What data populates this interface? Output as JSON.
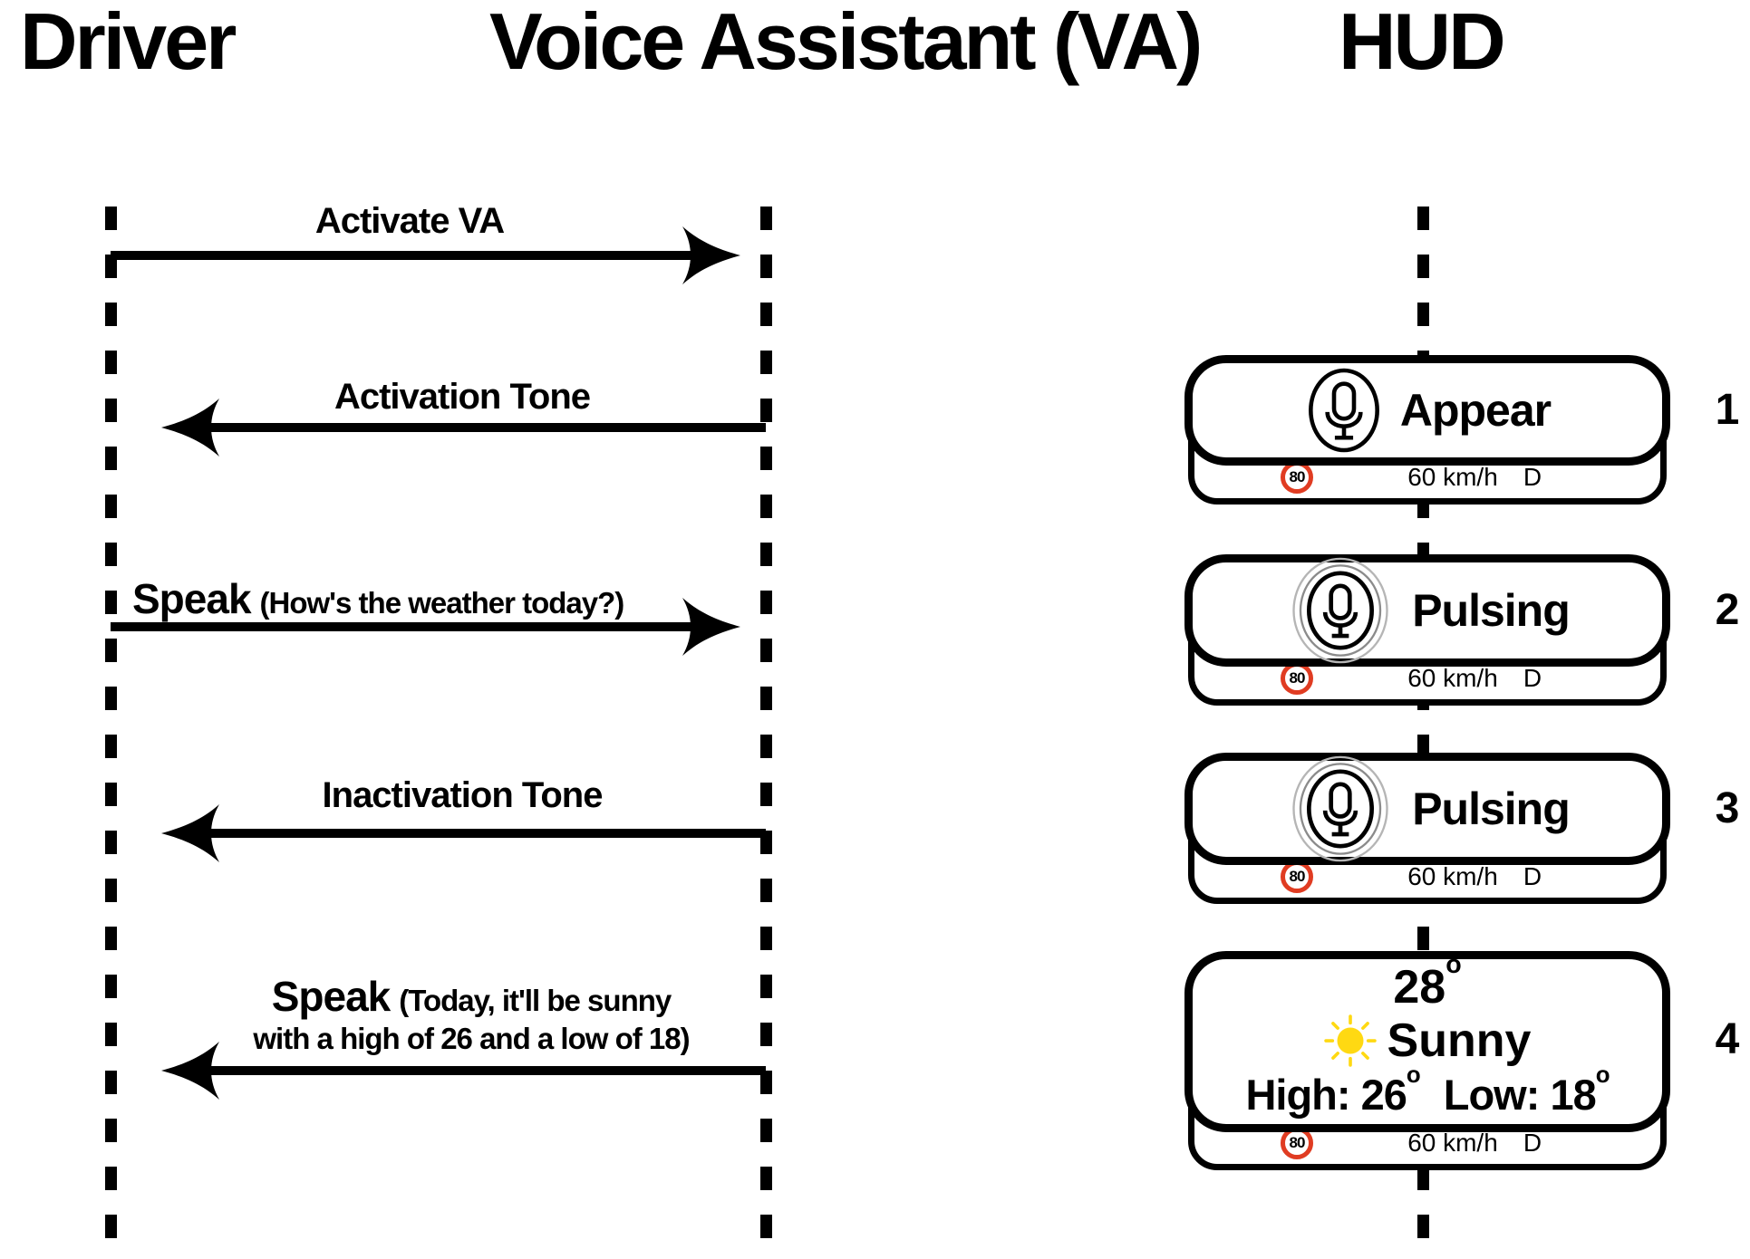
{
  "headers": {
    "driver": "Driver",
    "voice_assistant": "Voice Assistant (VA)",
    "hud": "HUD"
  },
  "messages": [
    {
      "label": "Activate VA",
      "from": "Driver",
      "to": "Voice Assistant",
      "direction": "right"
    },
    {
      "label": "Activation Tone",
      "from": "Voice Assistant",
      "to": "Driver",
      "direction": "left"
    },
    {
      "verb": "Speak",
      "detail": "(How's the weather today?)",
      "from": "Driver",
      "to": "Voice Assistant",
      "direction": "right"
    },
    {
      "label": "Inactivation Tone",
      "from": "Voice Assistant",
      "to": "Driver",
      "direction": "left"
    },
    {
      "verb": "Speak",
      "detail": "(Today, it'll be sunny",
      "detail_line2": "with a high of 26 and a low of 18)",
      "from": "Voice Assistant",
      "to": "Driver",
      "direction": "left"
    }
  ],
  "hud_cards": [
    {
      "number": "1",
      "state_label": "Appear",
      "icon": "microphone-icon"
    },
    {
      "number": "2",
      "state_label": "Pulsing",
      "icon": "microphone-pulsing-icon"
    },
    {
      "number": "3",
      "state_label": "Pulsing",
      "icon": "microphone-pulsing-icon"
    },
    {
      "number": "4",
      "icon": "sun-icon",
      "weather": {
        "temperature": "28",
        "degree_mark": "o",
        "condition": "Sunny",
        "high_label": "High:",
        "high": "26",
        "low_label": "Low:",
        "low": "18"
      }
    }
  ],
  "status_bar": {
    "speed_limit": "80",
    "speed": "60 km/h",
    "gear": "D"
  },
  "colors": {
    "ink": "#000000",
    "speed_limit_ring_red": "#E03C22",
    "sun_yellow": "#FFD912",
    "pulse_ring_gray": "#8B8B8B",
    "pulse_ring_light_gray": "#B5B5B5"
  }
}
